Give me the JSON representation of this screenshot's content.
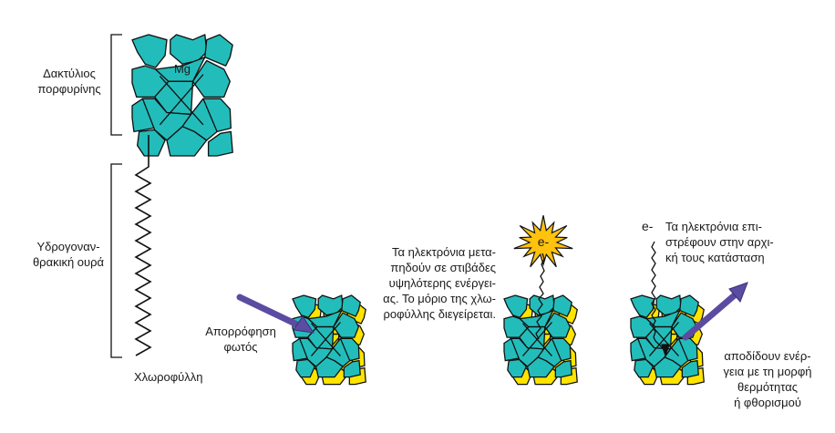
{
  "colors": {
    "ring": "#22BDBB",
    "ring_stroke": "#111111",
    "edge_highlight": "#FFE400",
    "star": "#FFC20E",
    "arrow": "#5B4BA1",
    "line": "#111111"
  },
  "labels": {
    "porphyrin_ring": [
      "Δακτύλιος",
      "πορφυρίνης"
    ],
    "hydrocarbon_tail": [
      "Υδρογοναν-",
      "θρακική ουρά"
    ],
    "chlorophyll": "Χλωροφύλλη",
    "magnesium": "Mg",
    "light_absorption": [
      "Απορρόφηση",
      "φωτός"
    ],
    "excitation": [
      "Τα ηλεκτρόνια μετα-",
      "πηδούν σε στιβάδες",
      "υψηλότερης ενέργει-",
      "ας. Το μόριο της χλω-",
      "ροφύλλης διεγείρεται."
    ],
    "electron_excited": "e-",
    "electron_return_symbol": "e-",
    "return_text": [
      "Τα ηλεκτρόνια επι-",
      "στρέφουν στην αρχι-",
      "κή τους κατάσταση"
    ],
    "release_text": [
      "αποδίδουν ενέρ-",
      "γεια με τη μορφή",
      "θερμότητας",
      "ή φθορισμού"
    ]
  },
  "icons": {
    "light_arrow": "arrow-icon",
    "burst": "starburst-icon",
    "emission_arrow": "arrow-icon",
    "electron_path": "squiggle-arrow-icon"
  }
}
